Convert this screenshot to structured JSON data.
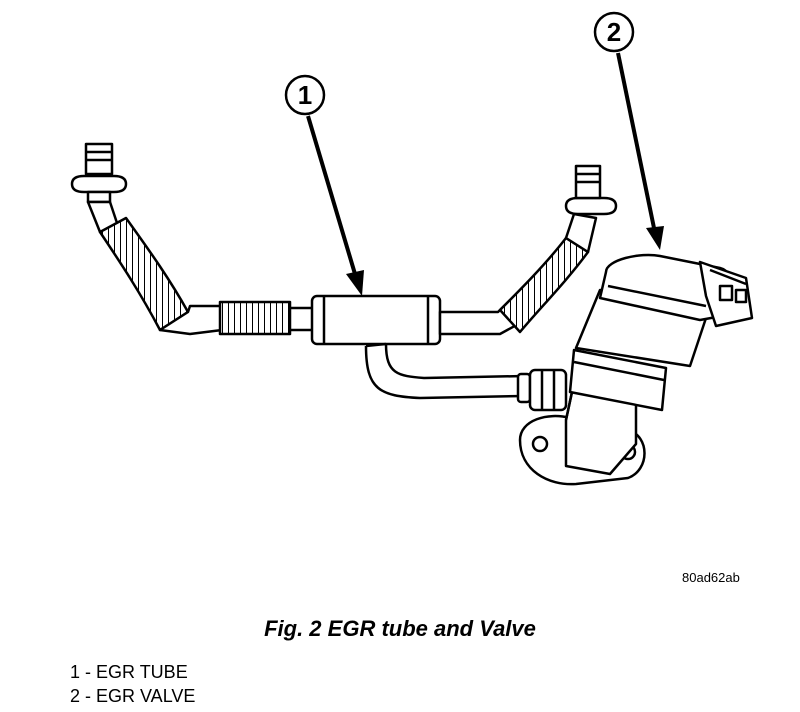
{
  "callouts": [
    {
      "number": "1"
    },
    {
      "number": "2"
    }
  ],
  "figure_code": "80ad62ab",
  "caption": "Fig. 2 EGR tube and Valve",
  "legend": [
    {
      "text": "1 - EGR TUBE"
    },
    {
      "text": "2 - EGR VALVE"
    }
  ],
  "colors": {
    "line": "#000000",
    "background": "#ffffff",
    "fill": "#ffffff"
  }
}
